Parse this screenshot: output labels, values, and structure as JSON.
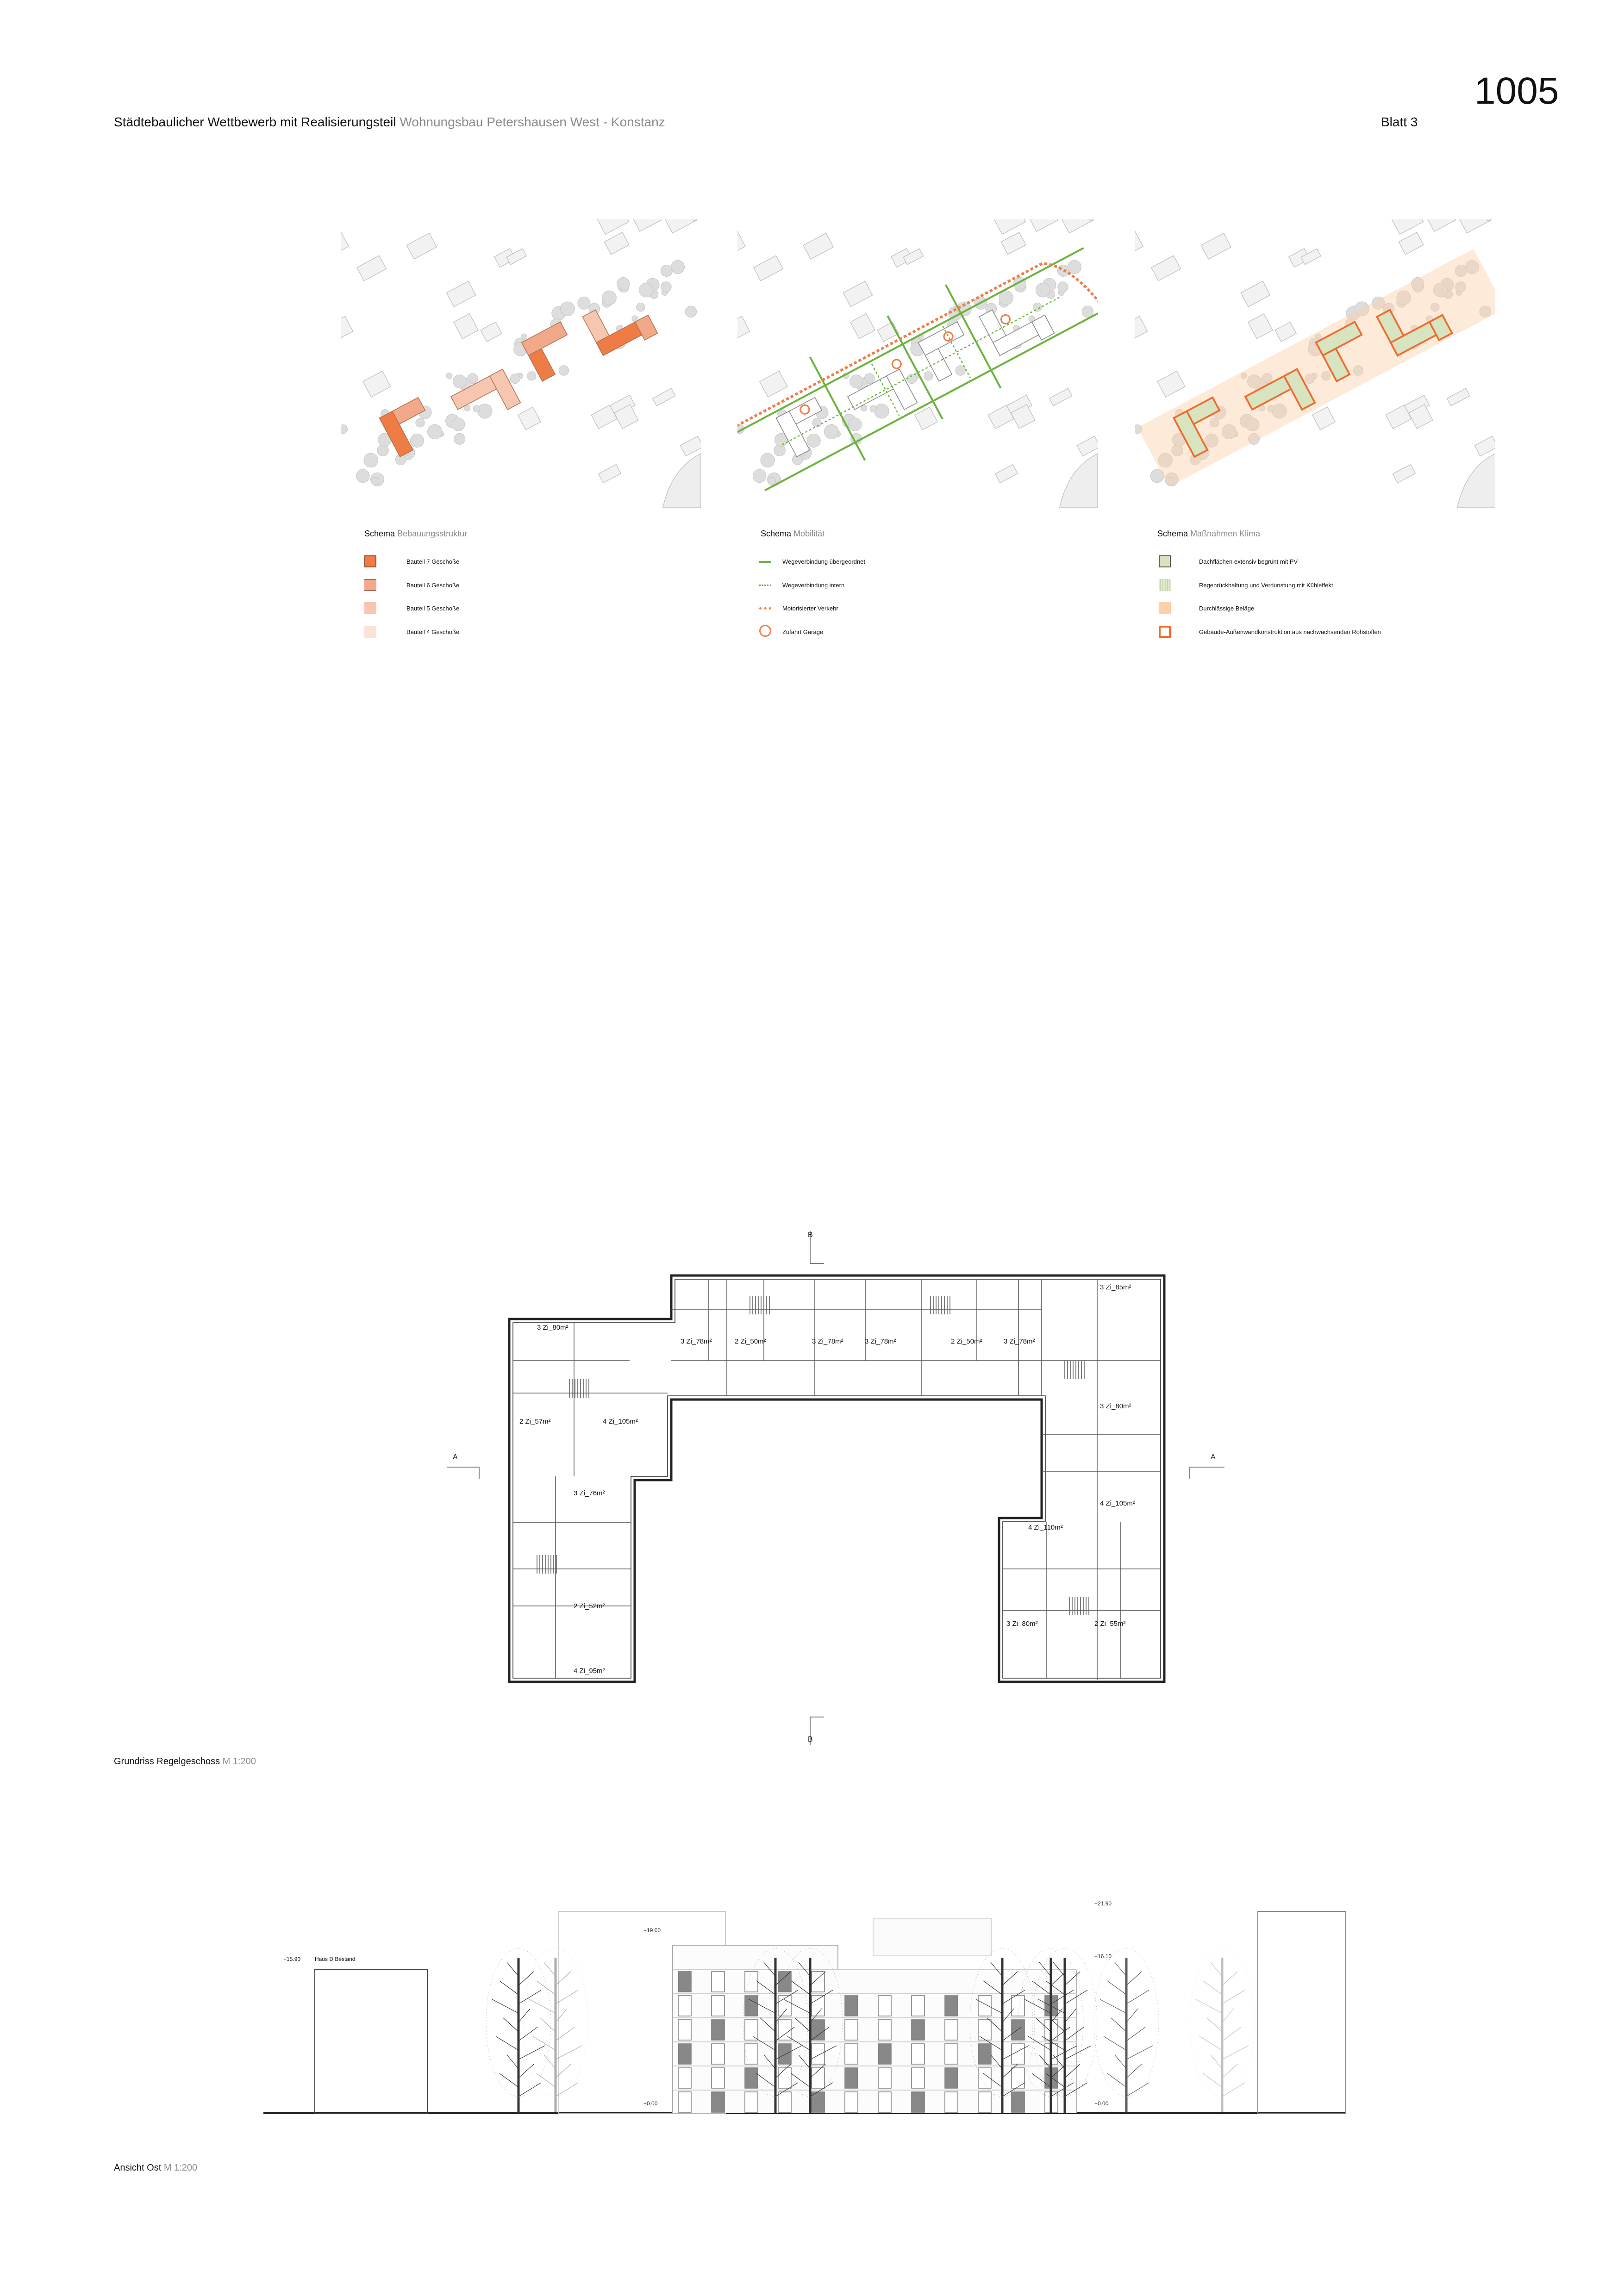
{
  "header": {
    "title_main": "Städtebaulicher Wettbewerb mit Realisierungsteil",
    "title_sub": "Wohnungsbau Petershausen West - Konstanz",
    "sheet": "Blatt 3",
    "number": "1005"
  },
  "schemas": [
    {
      "title_main": "Schema",
      "title_sub": "Bebauungsstruktur",
      "items": [
        {
          "label": "Bauteil 7 Geschoße",
          "color": "#ef7b45"
        },
        {
          "label": "Bauteil 6 Geschoße",
          "color": "#f2a98a"
        },
        {
          "label": "Bauteil 5 Geschoße",
          "color": "#f7c6b0"
        },
        {
          "label": "Bauteil 4 Geschoße",
          "color": "#fbe3d9"
        }
      ]
    },
    {
      "title_main": "Schema",
      "title_sub": "Mobilität",
      "items": [
        {
          "label": "Wegeverbindung übergeordnet",
          "color": "#6db33f"
        },
        {
          "label": "Wegeverbindung intern",
          "color": "#6db33f"
        },
        {
          "label": "Motorisierter Verkehr",
          "color": "#f07d4a"
        },
        {
          "label": "Zufahrt Garage",
          "color": "#f07d4a"
        }
      ]
    },
    {
      "title_main": "Schema",
      "title_sub": "Maßnahmen Klima",
      "items": [
        {
          "label": "Dachflächen extensiv begrünt mit PV",
          "color": "#d8e3c0"
        },
        {
          "label": "Regenrückhaltung und Verdunstung mit Kühleffekt",
          "color": "#e3ebcf"
        },
        {
          "label": "Durchlässige Beläge",
          "color": "#fdd0a8"
        },
        {
          "label": "Gebäude-Außenwandkonstruktion aus nachwachsenden Rohstoffen",
          "color": "#ef6b2f"
        }
      ]
    }
  ],
  "floorplan": {
    "caption_main": "Grundriss Regelgeschoss",
    "caption_scale": "M 1:200",
    "section_a": "A",
    "section_b": "B",
    "rooms": [
      "3 Zi_80m²",
      "3 Zi_78m²",
      "2 Zi_50m²",
      "3 Zi_78m²",
      "3 Zi_78m²",
      "2 Zi_50m²",
      "3 Zi_78m²",
      "3 Zi_85m²",
      "2 Zi_57m²",
      "4 Zi_105m²",
      "3 Zi_80m²",
      "3 Zi_76m²",
      "4 Zi_105m²",
      "4 Zi_110m²",
      "2 Zi_52m²",
      "3 Zi_80m²",
      "2 Zi_55m²",
      "4 Zi_95m²"
    ]
  },
  "elevation": {
    "caption_main": "Ansicht Ost",
    "caption_scale": "M 1:200",
    "neighbor_label": "Haus D Bestand",
    "levels": [
      "+15.90",
      "+19.00",
      "+21.90",
      "+16.10",
      "+0.00",
      "+0.00"
    ]
  }
}
